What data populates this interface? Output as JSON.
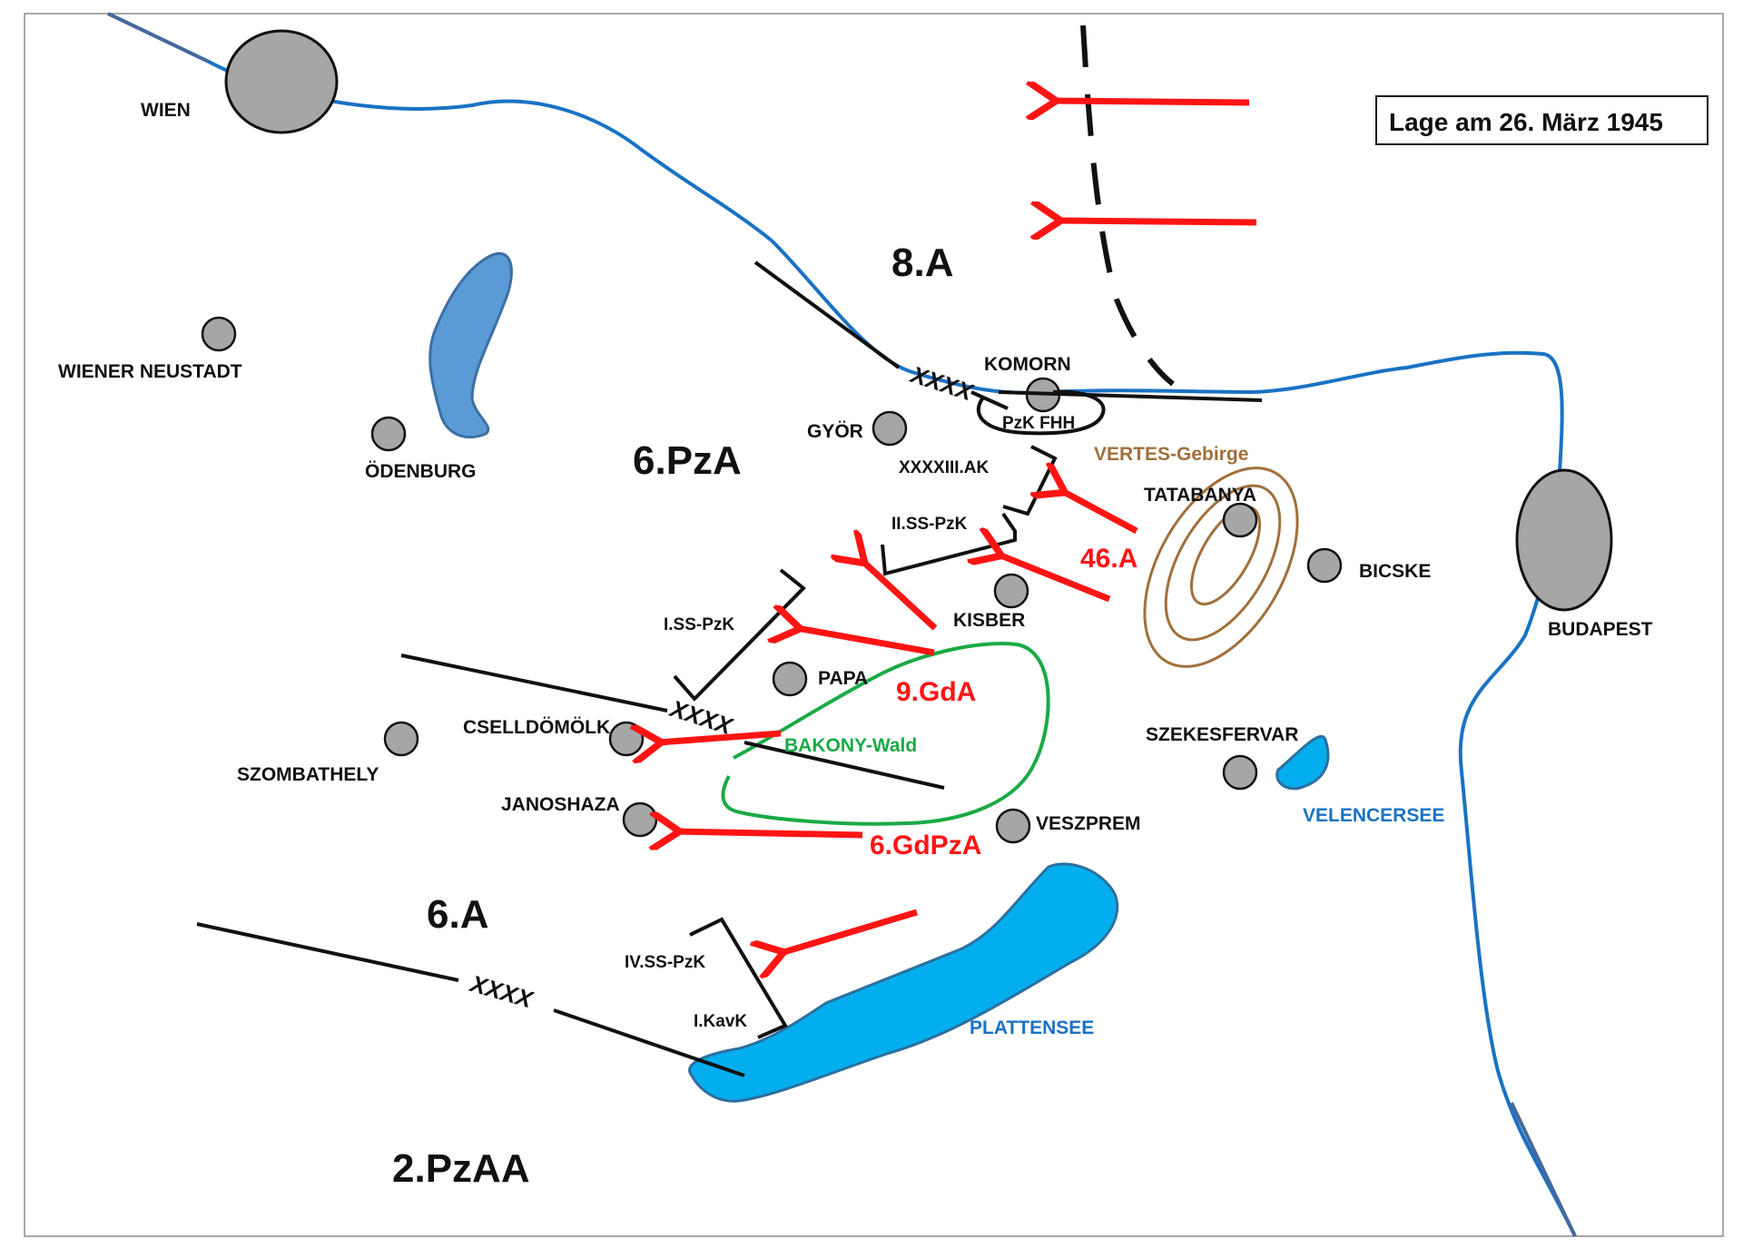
{
  "title": "Lage am 26. März 1945",
  "colors": {
    "river": "#1a72c4",
    "lake_blue": "#02aeee",
    "neusiedl": "#5b9bd5",
    "city_fill": "#a6a6a6",
    "soviet_arrow": "#ff1414",
    "front": "#000000",
    "bakony": "#1aaa46",
    "vertes": "#a0703b"
  },
  "cities": {
    "wien": "WIEN",
    "wiener_neustadt": "WIENER NEUSTADT",
    "oedenburg": "ÖDENBURG",
    "komorn": "KOMORN",
    "gyoer": "GYÖR",
    "tatabanya": "TATABANYA",
    "bicske": "BICSKE",
    "budapest": "BUDAPEST",
    "kisber": "KISBER",
    "papa": "PAPA",
    "celldoemoelk": "CSELLDÖMÖLK",
    "szombathely": "SZOMBATHELY",
    "janoshaza": "JANOSHAZA",
    "veszprem": "VESZPREM",
    "szekesfervar": "SZEKESFERVAR"
  },
  "german_armies": {
    "a8": "8.A",
    "pza6": "6.PzA",
    "a6": "6.A",
    "pzaa2": "2.PzAA"
  },
  "corps": {
    "pzk_fhh": "PzK FHH",
    "xxxxiii": "XXXXIII.AK",
    "ii_ss": "II.SS-PzK",
    "i_ss": "I.SS-PzK",
    "iv_ss": "IV.SS-PzK",
    "i_kav": "I.KavK"
  },
  "boundary_marker": "XXXX",
  "soviet_armies": {
    "a46": "46.A",
    "gda9": "9.GdA",
    "gdpza6": "6.GdPzA"
  },
  "terrain": {
    "vertes": "VERTES-Gebirge",
    "bakony": "BAKONY-Wald"
  },
  "waters": {
    "plattensee": "PLATTENSEE",
    "velencersee": "VELENCERSEE"
  }
}
